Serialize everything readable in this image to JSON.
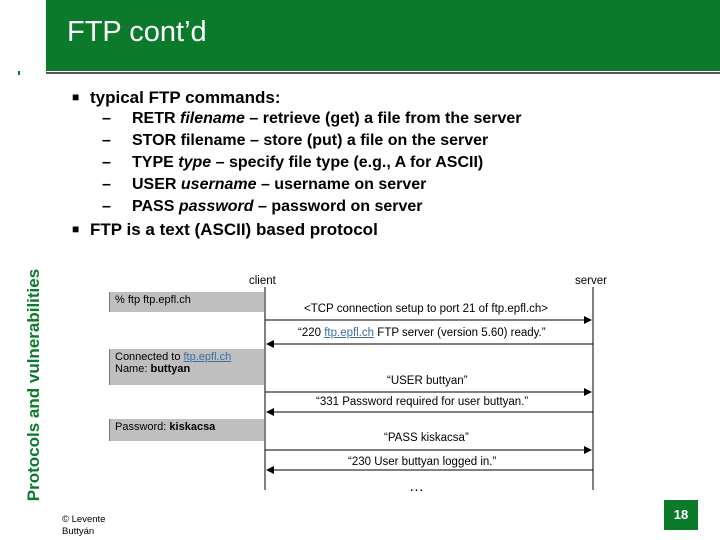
{
  "title": "FTP cont’d",
  "side_label": "Protocols and vulnerabilities",
  "bullets": [
    {
      "text": "typical FTP commands:"
    },
    {
      "text": "FTP is a text (ASCII) based protocol"
    }
  ],
  "commands": [
    {
      "cmd": "RETR",
      "arg": "filename",
      "desc": " – retrieve (get) a file from  the server"
    },
    {
      "cmd": "STOR",
      "arg": "filename",
      "desc": " – store (put) a file on the server"
    },
    {
      "cmd": "TYPE",
      "arg": "type",
      "desc": " – specify file type (e.g., A for ASCII)"
    },
    {
      "cmd": "USER",
      "arg": "username",
      "desc": " – username on server"
    },
    {
      "cmd": "PASS",
      "arg": "password",
      "desc": " – password on server"
    }
  ],
  "diagram": {
    "client_label": "client",
    "server_label": "server",
    "box1": "% ftp ftp.epfl.ch",
    "box2_line1_prefix": "Connected to ",
    "box2_line1_link": "ftp.epfl.ch",
    "box2_line2_label": "Name: ",
    "box2_line2_value": "buttyan",
    "box3_label": "Password: ",
    "box3_value": "kiskacsa",
    "msg1": "<TCP connection setup to port 21 of ftp.epfl.ch>",
    "msg2_prefix": "“220  ",
    "msg2_link": "ftp.epfl.ch",
    "msg2_suffix": " FTP server (version 5.60) ready.”",
    "msg3": "“USER buttyan”",
    "msg4": "“331  Password required for user buttyan.”",
    "msg5": "“PASS kiskacsa”",
    "msg6": "“230  User buttyan logged in.”",
    "ellipsis": "…"
  },
  "copyright": [
    "©  Levente",
    "Buttyán"
  ],
  "slide_number": "18",
  "colors": {
    "accent": "#0b7a2a"
  }
}
